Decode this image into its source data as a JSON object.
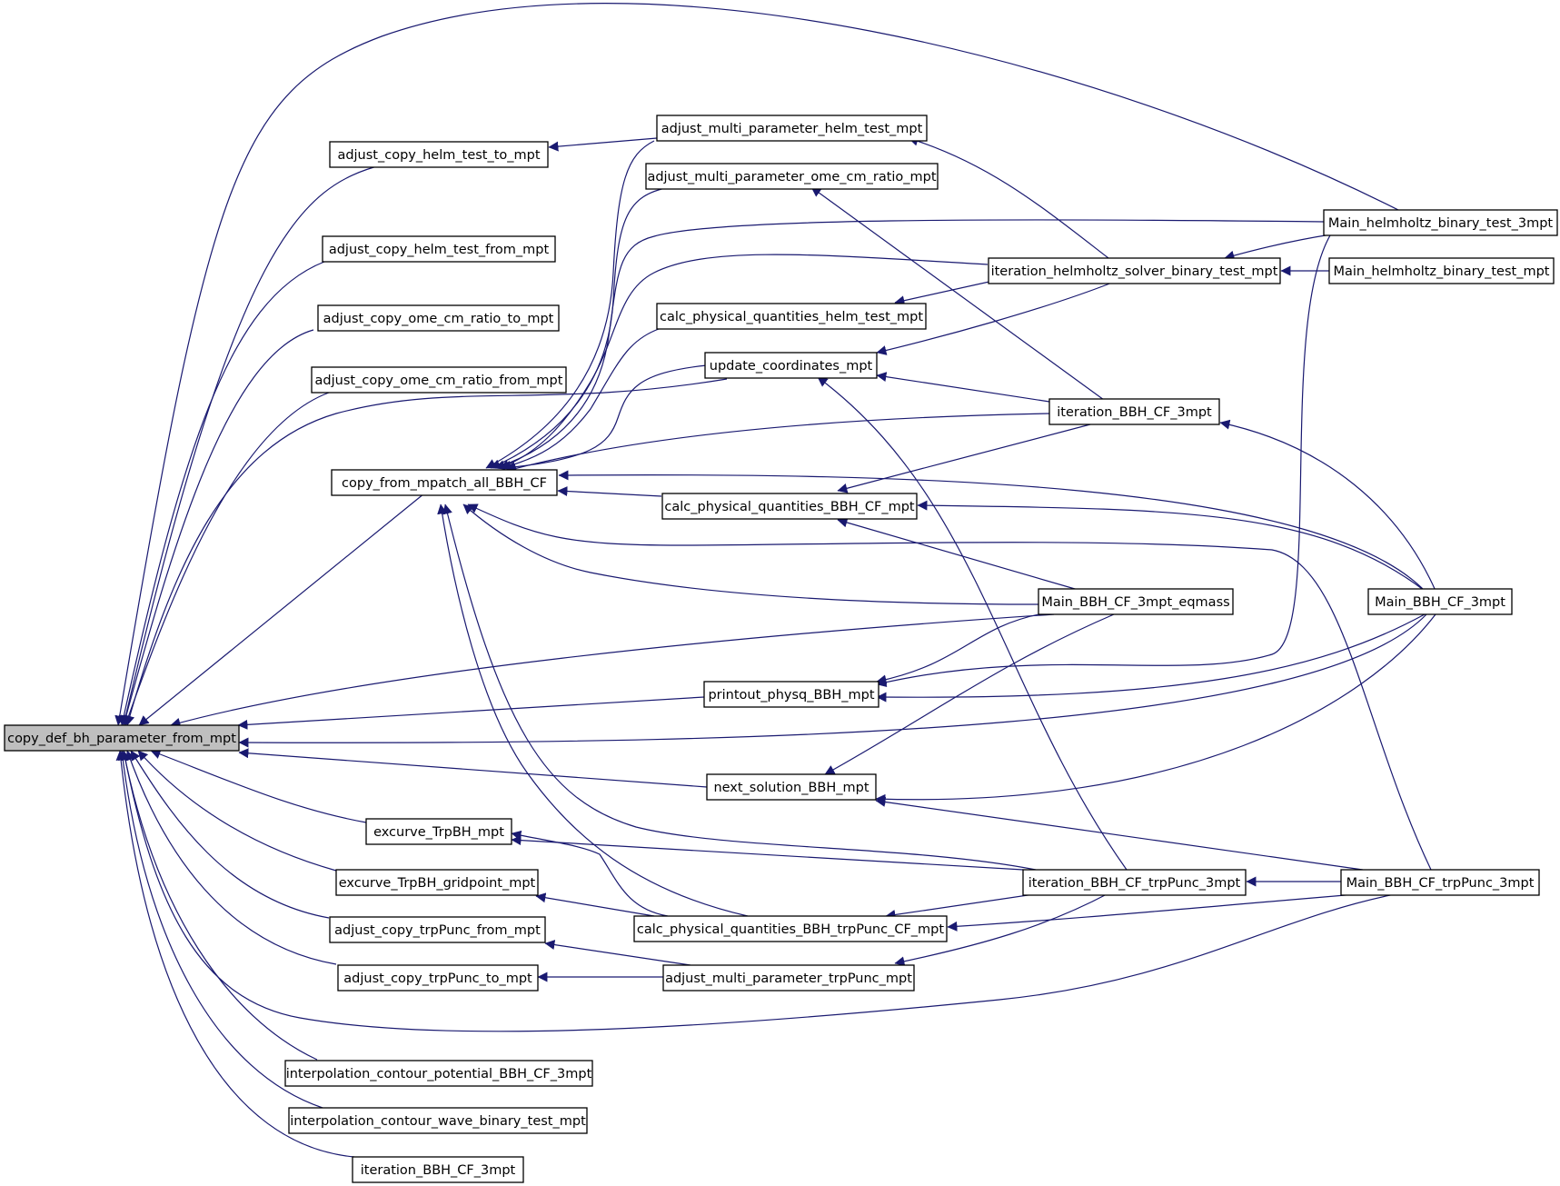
{
  "graph": {
    "colors": {
      "edge": "#191970",
      "root_fill": "#bfbfbf",
      "node_fill": "#ffffff",
      "border": "#000000"
    },
    "nodes": {
      "n0": {
        "label": "copy_def_bh_parameter_from_mpt"
      },
      "n1": {
        "label": "adjust_copy_helm_test_to_mpt"
      },
      "n2": {
        "label": "adjust_copy_helm_test_from_mpt"
      },
      "n3": {
        "label": "adjust_copy_ome_cm_ratio_to_mpt"
      },
      "n4": {
        "label": "adjust_copy_ome_cm_ratio_from_mpt"
      },
      "n5": {
        "label": "copy_from_mpatch_all_BBH_CF"
      },
      "n6": {
        "label": "excurve_TrpBH_mpt"
      },
      "n7": {
        "label": "excurve_TrpBH_gridpoint_mpt"
      },
      "n8": {
        "label": "adjust_copy_trpPunc_from_mpt"
      },
      "n9": {
        "label": "adjust_copy_trpPunc_to_mpt"
      },
      "n10": {
        "label": "interpolation_contour_potential_BBH_CF_3mpt"
      },
      "n11": {
        "label": "interpolation_contour_wave_binary_test_mpt"
      },
      "n12": {
        "label": "iteration_BBH_CF_3mpt"
      },
      "n13": {
        "label": "adjust_multi_parameter_helm_test_mpt"
      },
      "n14": {
        "label": "adjust_multi_parameter_ome_cm_ratio_mpt"
      },
      "n15": {
        "label": "calc_physical_quantities_helm_test_mpt"
      },
      "n16": {
        "label": "update_coordinates_mpt"
      },
      "n17": {
        "label": "calc_physical_quantities_BBH_CF_mpt"
      },
      "n18": {
        "label": "printout_physq_BBH_mpt"
      },
      "n19": {
        "label": "next_solution_BBH_mpt"
      },
      "n20": {
        "label": "calc_physical_quantities_BBH_trpPunc_CF_mpt"
      },
      "n21": {
        "label": "adjust_multi_parameter_trpPunc_mpt"
      },
      "n22": {
        "label": "iteration_helmholtz_solver_binary_test_mpt"
      },
      "n23": {
        "label": "iteration_BBH_CF_3mpt"
      },
      "n24": {
        "label": "Main_BBH_CF_3mpt_eqmass"
      },
      "n25": {
        "label": "iteration_BBH_CF_trpPunc_3mpt"
      },
      "n26": {
        "label": "Main_helmholtz_binary_test_3mpt"
      },
      "n27": {
        "label": "Main_helmholtz_binary_test_mpt"
      },
      "n28": {
        "label": "Main_BBH_CF_3mpt"
      },
      "n29": {
        "label": "Main_BBH_CF_trpPunc_3mpt"
      }
    }
  }
}
